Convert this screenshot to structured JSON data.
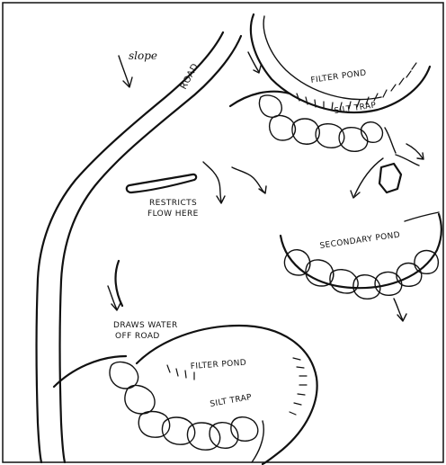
{
  "labels": {
    "slope": "slope",
    "road": "ROAD",
    "filter_pond_top": "FILTER POND",
    "silt_trap_top": "SILT TRAP",
    "restricts_line1": "RESTRICTS",
    "restricts_line2": "FLOW HERE",
    "secondary_pond": "SECONDARY POND",
    "draws_line1": "DRAWS WATER",
    "draws_line2": "OFF ROAD",
    "filter_pond_bottom": "FILTER POND",
    "silt_trap_bottom": "SILT TRAP"
  },
  "colors": {
    "ink": "#111111",
    "paper": "#ffffff"
  }
}
